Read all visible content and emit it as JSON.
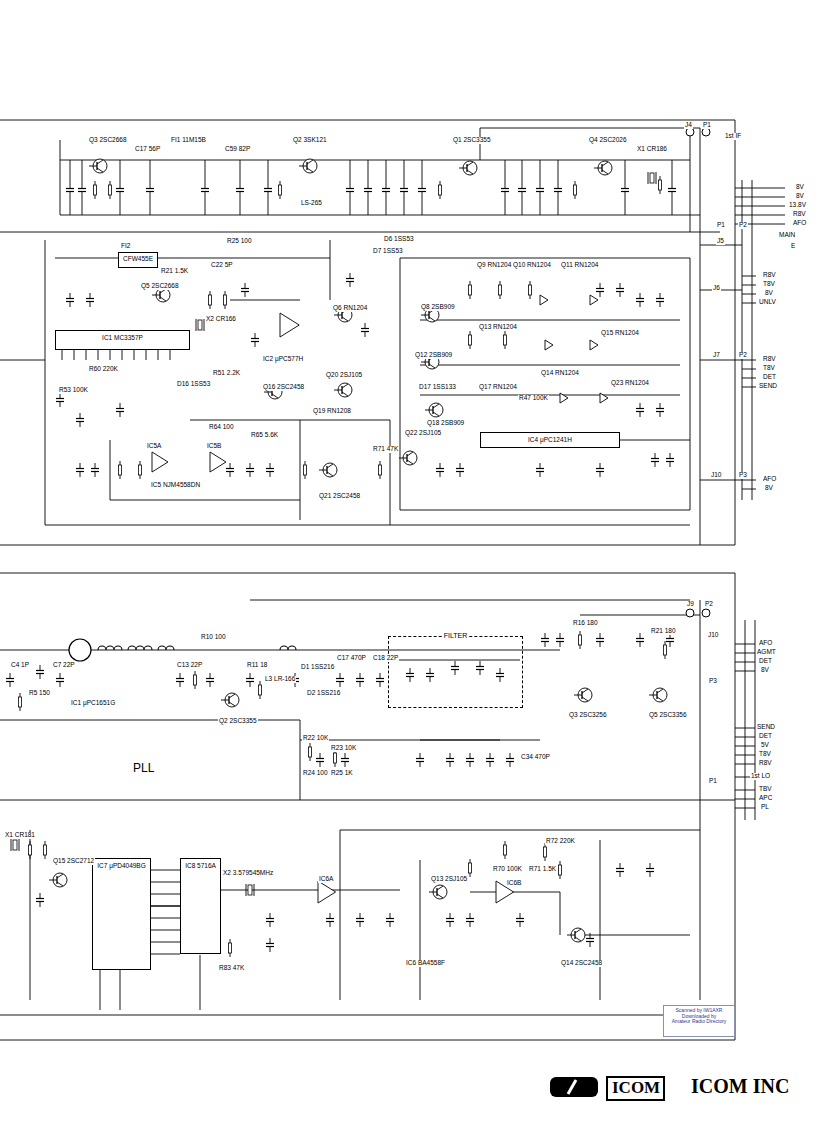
{
  "diagram": {
    "nodes": [
      {
        "text": [
          "CFW455E"
        ]
      },
      {
        "text": [
          "IC1 MC3357P"
        ]
      },
      {
        "text": [
          "IC4 μPC1241H"
        ]
      },
      {
        "text": [
          "FILTER"
        ]
      },
      {
        "text": [
          "IC7 μPD4049BG"
        ]
      },
      {
        "text": [
          "IC8 5716A"
        ]
      },
      {
        "text": [
          "Scanned by IW1AXR",
          "Downloaded by",
          "Amateur Radio Directory"
        ]
      },
      {
        "text": [
          "ICOM"
        ]
      }
    ],
    "edges": [
      {
        "from": 4,
        "to": 5,
        "arrow": "none"
      }
    ],
    "labels": [
      "Q3 2SC2668",
      "C17 56P",
      "FI1 11M15B",
      "C59 82P",
      "Q2 3SK121",
      "LS-265",
      "Q1 2SC3355",
      "Q4 2SC2026",
      "X1 CR186",
      "J4",
      "P1",
      "1st IF",
      "FI2",
      "R25 100",
      "D6 1SS53",
      "D7 1SS53",
      "Q5 2SC2668",
      "X2 CR166",
      "IC2 μPC577H",
      "Q6 RN1204",
      "Q8 2SB909",
      "Q9 RN1204",
      "Q10 RN1204",
      "Q11 RN1204",
      "Q12 2SB909",
      "Q13 RN1204",
      "Q14 RN1204",
      "Q15 RN1204",
      "Q16 2SC2458",
      "Q20 2SJ105",
      "Q19 RN1208",
      "D17 1SS133",
      "Q17 RN1204",
      "Q18 2SB909",
      "R47 100K",
      "Q23 RN1204",
      "R51 2.2K",
      "D16 1SS53",
      "R60 220K",
      "R53 100K",
      "R64 100",
      "R65 5.6K",
      "IC5A",
      "IC5B",
      "IC5 NJM4558DN",
      "Q21 2SC2458",
      "Q22 2SJ105",
      "R71 47K",
      "R21 1.5K",
      "C22 5P",
      "8V",
      "8V",
      "13.8V",
      "R8V",
      "AFO",
      "P1",
      "J5",
      "P2",
      "MAIN",
      "E",
      "J6",
      "R8V",
      "T8V",
      "8V",
      "UNLV",
      "J7",
      "P2",
      "R8V",
      "T8V",
      "DET",
      "SEND",
      "J10",
      "P3",
      "AFO",
      "8V",
      "C4 1P",
      "R5 150",
      "C7 22P",
      "IC1 μPC1651G",
      "C13 22P",
      "R10 100",
      "Q2 2SC3355",
      "R11 18",
      "L3 LR-166",
      "D1 1SS216",
      "C17 470P",
      "D2 1SS216",
      "C18 22P",
      "R16 180",
      "R21 180",
      "Q3 2SC3256",
      "Q5 2SC3356",
      "J9",
      "P2",
      "R22 10K",
      "R23 10K",
      "R24 100",
      "R25 1K",
      "C34 470P",
      "J10",
      "AFO",
      "AGMT",
      "DET",
      "8V",
      "P3",
      "SEND",
      "DET",
      "5V",
      "T8V",
      "R8V",
      "1st LO",
      "P1",
      "TBV",
      "APC",
      "PL",
      "PLL",
      "X1 CR181",
      "Q15 2SC2712",
      "X2 3.579545MHz",
      "IC6A",
      "Q13 2SJ105",
      "R70 100K",
      "R71 1.5K",
      "IC6B",
      "R72 220K",
      "IC6 BA4558F",
      "Q14 2SC2458",
      "R83 47K",
      "ICOM INC"
    ]
  }
}
